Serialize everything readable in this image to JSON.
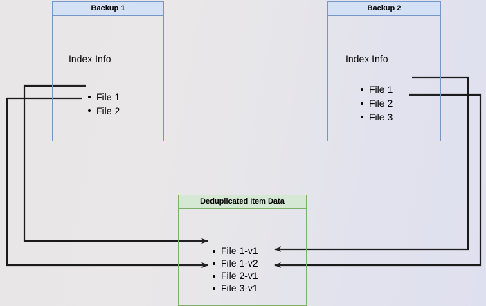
{
  "diagram": {
    "title": "Backup deduplication diagram",
    "background_left": "#e8e6e6",
    "background_right": "#dfe0ef",
    "edge_color": "#1a1a1a"
  },
  "nodes": {
    "backup1": {
      "header": "Backup 1",
      "section_label": "Index Info",
      "header_fill": "#d4e1f5",
      "header_border": "#7596c8",
      "files": [
        {
          "label": "File 1"
        },
        {
          "label": "File 2"
        }
      ]
    },
    "backup2": {
      "header": "Backup 2",
      "section_label": "Index Info",
      "header_fill": "#d4e1f5",
      "header_border": "#7596c8",
      "files": [
        {
          "label": "File 1"
        },
        {
          "label": "File 2"
        },
        {
          "label": "File 3"
        }
      ]
    },
    "dedup": {
      "header": "Deduplicated Item Data",
      "header_fill": "#d5e8d4",
      "header_border": "#7fb069",
      "items": [
        {
          "label": "File 1-v1"
        },
        {
          "label": "File 1-v2"
        },
        {
          "label": "File 2-v1"
        },
        {
          "label": "File 3-v1"
        }
      ]
    }
  },
  "edges": [
    {
      "name": "backup1-file1-to-file1v1",
      "from": "Backup 1 / File 1",
      "to": "Deduplicated Item Data / File 1-v1"
    },
    {
      "name": "backup1-file2-to-file2v1",
      "from": "Backup 1 / File 2",
      "to": "Deduplicated Item Data / File 2-v1"
    },
    {
      "name": "backup2-file1-to-file1v2",
      "from": "Backup 2 / File 1",
      "to": "Deduplicated Item Data / File 1-v2"
    },
    {
      "name": "backup2-file2-to-file2v1",
      "from": "Backup 2 / File 2",
      "to": "Deduplicated Item Data / File 2-v1"
    }
  ]
}
